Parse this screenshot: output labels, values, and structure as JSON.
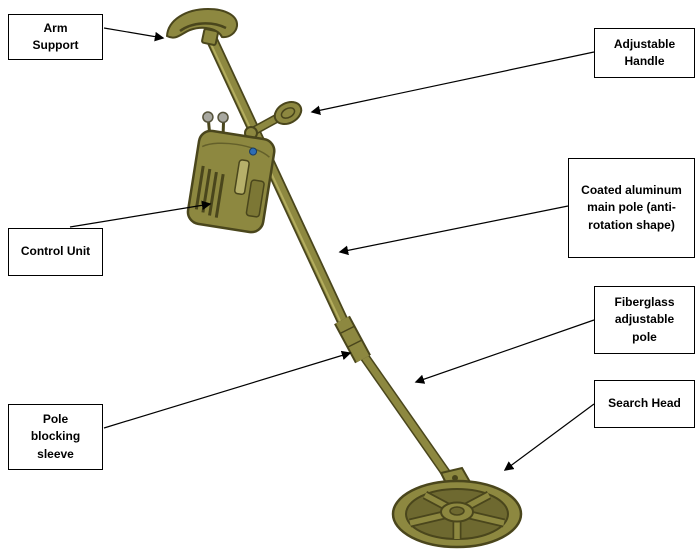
{
  "diagram": {
    "labels": {
      "arm_support": "Arm Support",
      "adjustable_handle": "Adjustable Handle",
      "control_unit": "Control Unit",
      "main_pole": "Coated aluminum main pole (anti-rotation shape)",
      "fiberglass_pole": "Fiberglass adjustable pole",
      "pole_sleeve": "Pole blocking sleeve",
      "search_head": "Search Head"
    },
    "colors": {
      "device_body": "#8d8840",
      "device_outline": "#4a461c",
      "device_shadow": "#6e6930",
      "device_highlight": "#b3ad5e",
      "accent_blue": "#2e6db4",
      "label_background": "#ffffff",
      "label_border": "#000000",
      "arrow": "#000000"
    }
  }
}
